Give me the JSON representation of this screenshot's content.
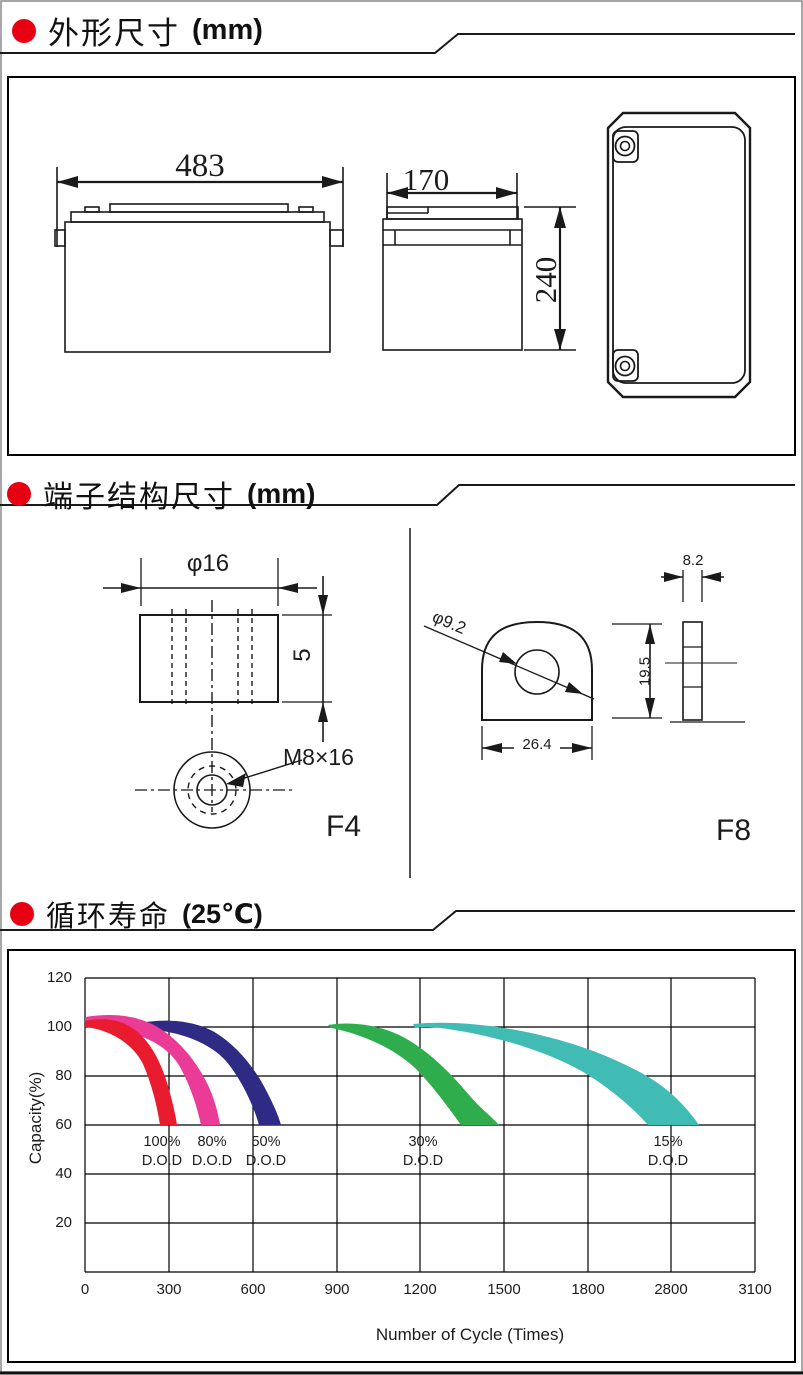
{
  "headers": [
    {
      "cn": "外形尺寸 ",
      "en": "(mm)"
    },
    {
      "cn": "端子结构尺寸",
      "en": "(mm)"
    },
    {
      "cn": "循环寿命",
      "en": "(25℃)"
    }
  ],
  "outline": {
    "front_width": "483",
    "side_width": "170",
    "side_height": "240"
  },
  "terminals": {
    "f4": {
      "diameter": "φ16",
      "height": "5",
      "thread": "M8×16",
      "name": "F4"
    },
    "f8": {
      "hole_dia": "φ9.2",
      "base_width": "26.4",
      "thickness": "8.2",
      "height": "19.5",
      "name": "F8"
    }
  },
  "chart_data": {
    "type": "area",
    "title": "循环寿命(25℃)  Cycle life at 25°C",
    "xlabel": "Number of Cycle (Times)",
    "ylabel": "Capacity(%)",
    "x_ticks": [
      "0",
      "300",
      "600",
      "900",
      "1200",
      "1500",
      "1800",
      "2800",
      "3100"
    ],
    "y_ticks": [
      "120",
      "100",
      "80",
      "60",
      "40",
      "20"
    ],
    "ylim": [
      0,
      120
    ],
    "grid": "on",
    "x_axis_note": "tick spacing uniform but values non-linear after 1800",
    "dod_labels": [
      {
        "pct": "100%",
        "sub": "D.O.D"
      },
      {
        "pct": "80%",
        "sub": "D.O.D"
      },
      {
        "pct": "50%",
        "sub": "D.O.D"
      },
      {
        "pct": "30%",
        "sub": "D.O.D"
      },
      {
        "pct": "15%",
        "sub": "D.O.D"
      }
    ],
    "series": [
      {
        "name": "100% D.O.D",
        "color": "#e81c2e",
        "band": true,
        "points": [
          [
            0,
            100
          ],
          [
            100,
            102
          ],
          [
            200,
            90
          ],
          [
            330,
            60
          ]
        ]
      },
      {
        "name": "80% D.O.D",
        "color": "#ea3b96",
        "band": true,
        "points": [
          [
            0,
            100
          ],
          [
            150,
            103
          ],
          [
            300,
            88
          ],
          [
            480,
            60
          ]
        ]
      },
      {
        "name": "50% D.O.D",
        "color": "#2f2b85",
        "band": true,
        "points": [
          [
            200,
            101
          ],
          [
            350,
            95
          ],
          [
            550,
            80
          ],
          [
            700,
            60
          ]
        ]
      },
      {
        "name": "30% D.O.D",
        "color": "#2fad4d",
        "band": true,
        "points": [
          [
            900,
            100
          ],
          [
            1100,
            92
          ],
          [
            1300,
            78
          ],
          [
            1480,
            60
          ]
        ]
      },
      {
        "name": "15% D.O.D",
        "color": "#40bcb4",
        "band": true,
        "points": [
          [
            1200,
            100
          ],
          [
            1800,
            85
          ],
          [
            2400,
            72
          ],
          [
            2900,
            60
          ]
        ]
      }
    ]
  }
}
